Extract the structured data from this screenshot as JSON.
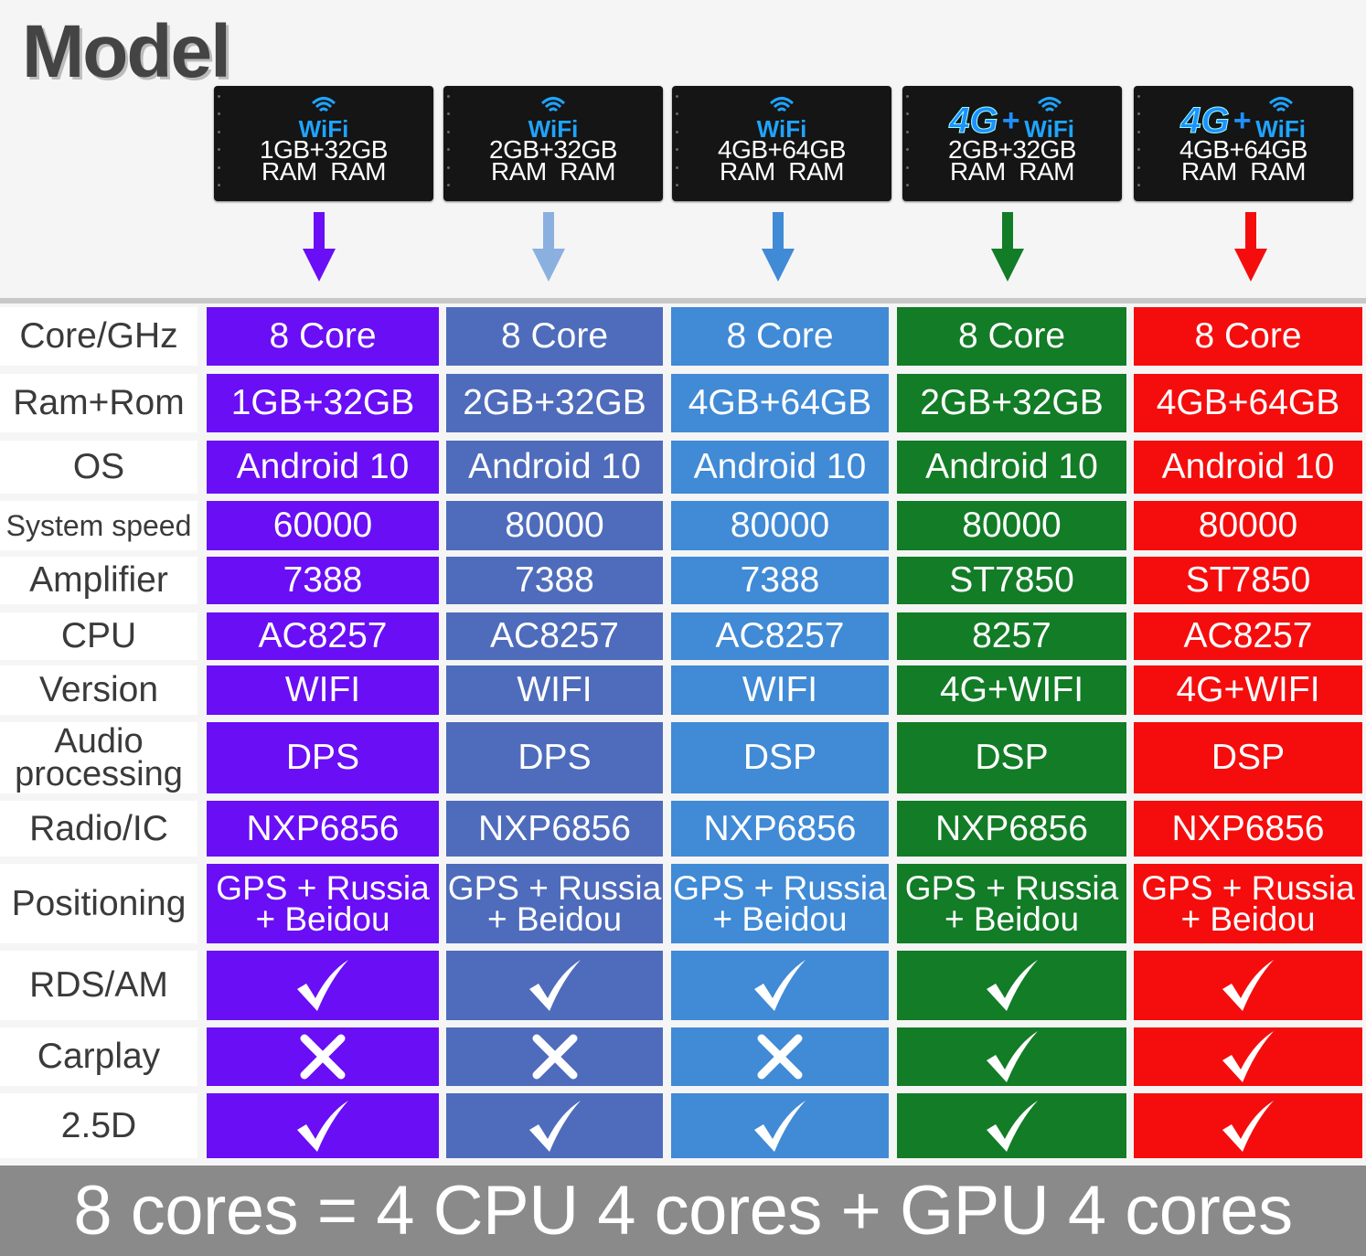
{
  "title": "Model",
  "models": [
    {
      "net": "",
      "wifi": "WiFi",
      "ram": "1GB+32GB",
      "sub": "RAM  RAM",
      "arrow_color": "#6a0ef5"
    },
    {
      "net": "",
      "wifi": "WiFi",
      "ram": "2GB+32GB",
      "sub": "RAM  RAM",
      "arrow_color": "#8ab0e0"
    },
    {
      "net": "",
      "wifi": "WiFi",
      "ram": "4GB+64GB",
      "sub": "RAM  RAM",
      "arrow_color": "#408ad6"
    },
    {
      "net": "4G",
      "plus": "+",
      "wifi": "WiFi",
      "ram": "2GB+32GB",
      "sub": "RAM  RAM",
      "arrow_color": "#127c26"
    },
    {
      "net": "4G",
      "plus": "+",
      "wifi": "WiFi",
      "ram": "4GB+64GB",
      "sub": "RAM  RAM",
      "arrow_color": "#f50d0d"
    }
  ],
  "rows": [
    {
      "label": "Core/GHz",
      "values": [
        "8 Core",
        "8 Core",
        "8 Core",
        "8 Core",
        "8 Core"
      ]
    },
    {
      "label": "Ram+Rom",
      "values": [
        "1GB+32GB",
        "2GB+32GB",
        "4GB+64GB",
        "2GB+32GB",
        "4GB+64GB"
      ]
    },
    {
      "label": "OS",
      "values": [
        "Android 10",
        "Android 10",
        "Android 10",
        "Android 10",
        "Android 10"
      ]
    },
    {
      "label": "System speed",
      "values": [
        "60000",
        "80000",
        "80000",
        "80000",
        "80000"
      ]
    },
    {
      "label": "Amplifier",
      "values": [
        "7388",
        "7388",
        "7388",
        "ST7850",
        "ST7850"
      ]
    },
    {
      "label": "CPU",
      "values": [
        "AC8257",
        "AC8257",
        "AC8257",
        "8257",
        "AC8257"
      ]
    },
    {
      "label": "Version",
      "values": [
        "WIFI",
        "WIFI",
        "WIFI",
        "4G+WIFI",
        "4G+WIFI"
      ]
    },
    {
      "label": "Audio processing",
      "values": [
        "DPS",
        "DPS",
        "DSP",
        "DSP",
        "DSP"
      ]
    },
    {
      "label": "Radio/IC",
      "values": [
        "NXP6856",
        "NXP6856",
        "NXP6856",
        "NXP6856",
        "NXP6856"
      ]
    },
    {
      "label": "Positioning",
      "values": [
        "GPS + Russia + Beidou",
        "GPS + Russia + Beidou",
        "GPS + Russia + Beidou",
        "GPS + Russia + Beidou",
        "GPS + Russia + Beidou"
      ]
    },
    {
      "label": "RDS/AM",
      "values": [
        "check",
        "check",
        "check",
        "check",
        "check"
      ]
    },
    {
      "label": "Carplay",
      "values": [
        "cross",
        "cross",
        "cross",
        "check",
        "check"
      ]
    },
    {
      "label": "2.5D",
      "values": [
        "check",
        "check",
        "check",
        "check",
        "check"
      ]
    }
  ],
  "footer": "8 cores = 4 CPU 4 cores + GPU 4 cores"
}
